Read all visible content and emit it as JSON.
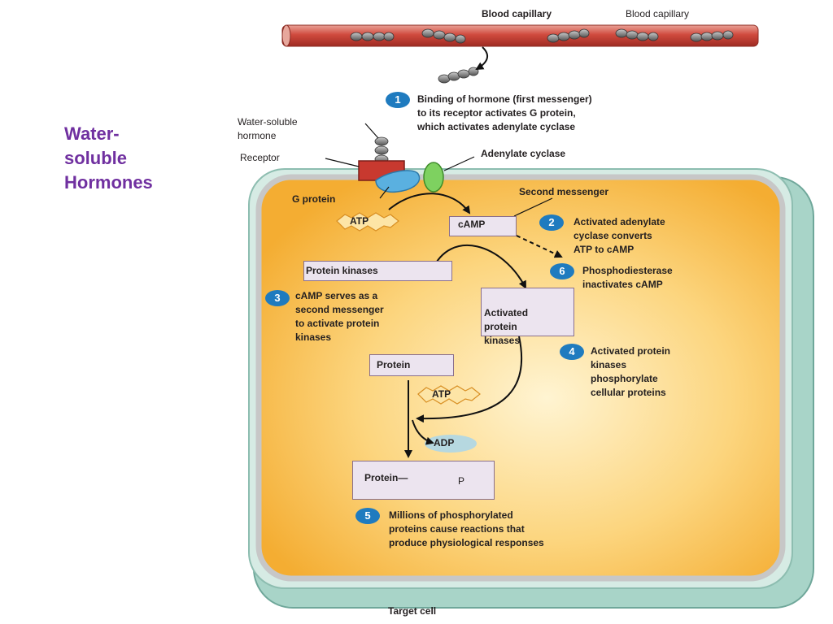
{
  "title": "Water-\nsoluble\nHormones",
  "labels": {
    "blood_capillary_1": "Blood capillary",
    "blood_capillary_2": "Blood capillary",
    "water_soluble_hormone": "Water-soluble\nhormone",
    "receptor": "Receptor",
    "g_protein": "G protein",
    "adenylate_cyclase": "Adenylate cyclase",
    "second_messenger": "Second messenger",
    "atp_top": "ATP",
    "camp": "cAMP",
    "protein_kinases": "Protein kinases",
    "activated_protein_kinases": "Activated\nprotein\nkinases",
    "protein": "Protein",
    "atp_bottom": "ATP",
    "adp": "ADP",
    "protein_p": "Protein—",
    "p": "P",
    "target_cell": "Target cell"
  },
  "steps": [
    {
      "num": "1",
      "text": "Binding of hormone (first messenger)\nto its receptor activates G protein,\nwhich activates adenylate cyclase"
    },
    {
      "num": "2",
      "text": "Activated adenylate\ncyclase converts\nATP to cAMP"
    },
    {
      "num": "3",
      "text": "cAMP serves as a\nsecond messenger\nto activate protein\nkinases"
    },
    {
      "num": "4",
      "text": "Activated protein\nkinases\nphosphorylate\ncellular proteins"
    },
    {
      "num": "5",
      "text": "Millions of phosphorylated\nproteins cause reactions that\nproduce physiological responses"
    },
    {
      "num": "6",
      "text": "Phosphodiesterase\ninactivates cAMP"
    }
  ],
  "colors": {
    "title": "#7030a0",
    "badge": "#1f7bbf",
    "cell_cytoplasm": "#f9c24a",
    "cell_membrane": "#a9d3c7",
    "box_fill": "#ece4ef"
  }
}
